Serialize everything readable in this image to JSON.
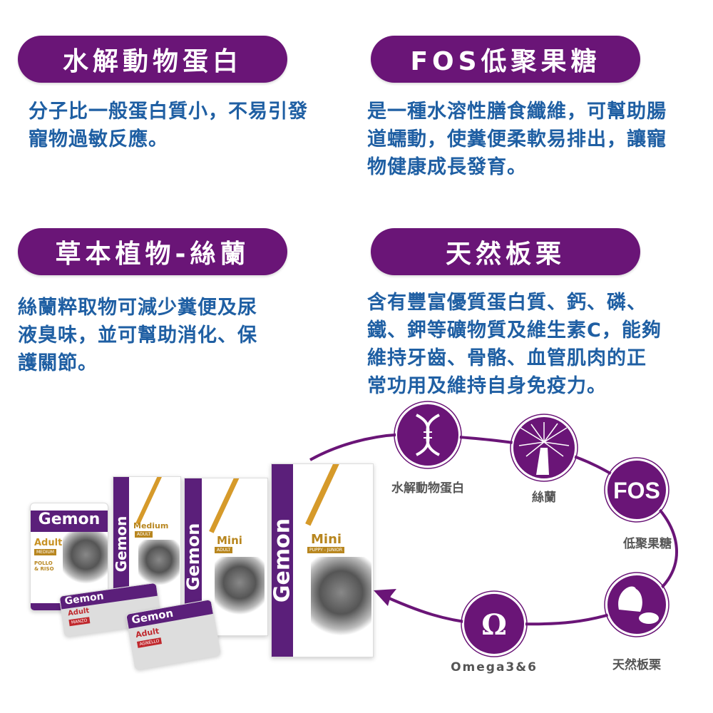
{
  "sections": [
    {
      "title": "水解動物蛋白",
      "body_lines": [
        "分子比一般蛋白質小，不易引發",
        "寵物過敏反應。"
      ]
    },
    {
      "title": "FOS低聚果糖",
      "body_lines": [
        "是一種水溶性膳食纖維，可幫助腸",
        "道蠕動，使糞便柔軟易排出，讓寵",
        "物健康成長發育。"
      ]
    },
    {
      "title": "草本植物-絲蘭",
      "body_lines": [
        "絲蘭粹取物可減少糞便及尿",
        "液臭味，並可幫助消化、保",
        "護關節。"
      ]
    },
    {
      "title": "天然板栗",
      "body_lines": [
        "含有豐富優質蛋白質、鈣、磷、",
        "鐵、鉀等礦物質及維生素C，能夠",
        "維持牙齒、骨骼、血管肌肉的正",
        "常功用及維持自身免疫力。"
      ]
    }
  ],
  "diagram": {
    "nodes": [
      {
        "label": "水解動物蛋白",
        "icon": "dna-icon"
      },
      {
        "label": "絲蘭",
        "icon": "yucca-flower-icon"
      },
      {
        "label": "低聚果糖",
        "icon": "fos-icon",
        "icon_text": "FOS"
      },
      {
        "label": "天然板栗",
        "icon": "chestnut-icon"
      },
      {
        "label": "Omega3&6",
        "icon": "omega-icon",
        "icon_text": "Ω"
      }
    ],
    "color": "#6a1577"
  },
  "products": {
    "brand": "Gemon",
    "can": {
      "line": "Adult",
      "size": "MEDIUM",
      "flavor": "POLLO & RISO"
    },
    "bags": [
      {
        "name": "Medium",
        "sub": "ADULT"
      },
      {
        "name": "Mini",
        "sub": "ADULT"
      },
      {
        "name": "Mini",
        "sub": "PUPPY - JUNIOR"
      }
    ],
    "trays": [
      {
        "line": "Adult",
        "flavor": "MANZO"
      },
      {
        "line": "Adult",
        "flavor": "AGNELLO"
      }
    ]
  },
  "colors": {
    "purple": "#6a1577",
    "text_blue": "#1f5fa3",
    "gold": "#d69a2a"
  }
}
